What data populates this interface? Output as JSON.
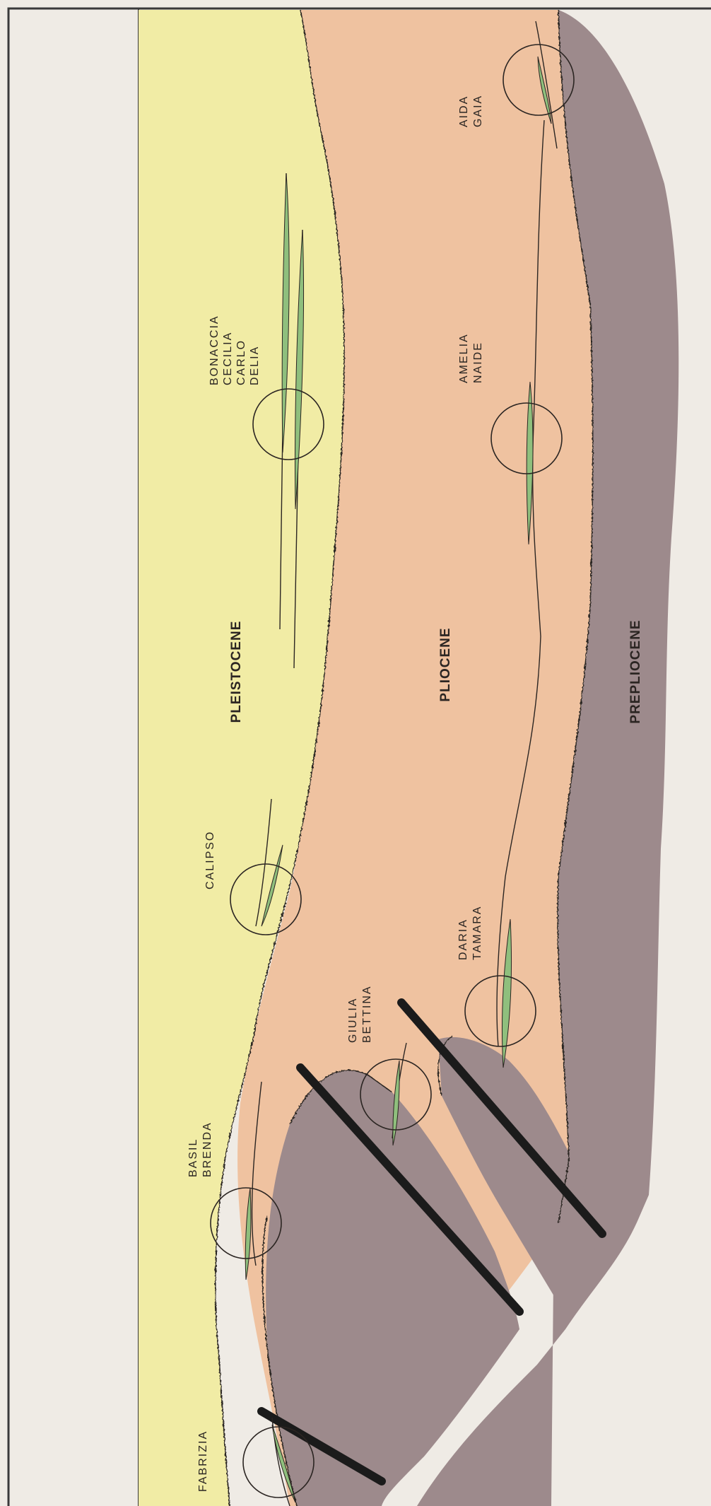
{
  "units": {
    "pleistocene": "PLEISTOCENE",
    "pliocene": "PLIOCENE",
    "prepliocene": "PREPLIOCENE"
  },
  "fields": {
    "fabrizia": "FABRIZIA",
    "basil": "BASIL",
    "brenda": "BRENDA",
    "giulia": "GIULIA",
    "bettina": "BETTINA",
    "calipso": "CALIPSO",
    "daria": "DARIA",
    "tamara": "TAMARA",
    "bonaccia": "BONACCIA",
    "cecilia": "CECILIA",
    "carlo": "CARLO",
    "delia": "DELIA",
    "amelia": "AMELIA",
    "naide": "NAIDE",
    "aida": "AIDA",
    "gaia": "GAIA"
  },
  "colors": {
    "pleistocene": "#f1eca5",
    "pliocene": "#efc2a0",
    "prepliocene": "#9d8a8c",
    "gas_reservoir": "#8fbf7d",
    "fault": "#1b1b1b"
  }
}
